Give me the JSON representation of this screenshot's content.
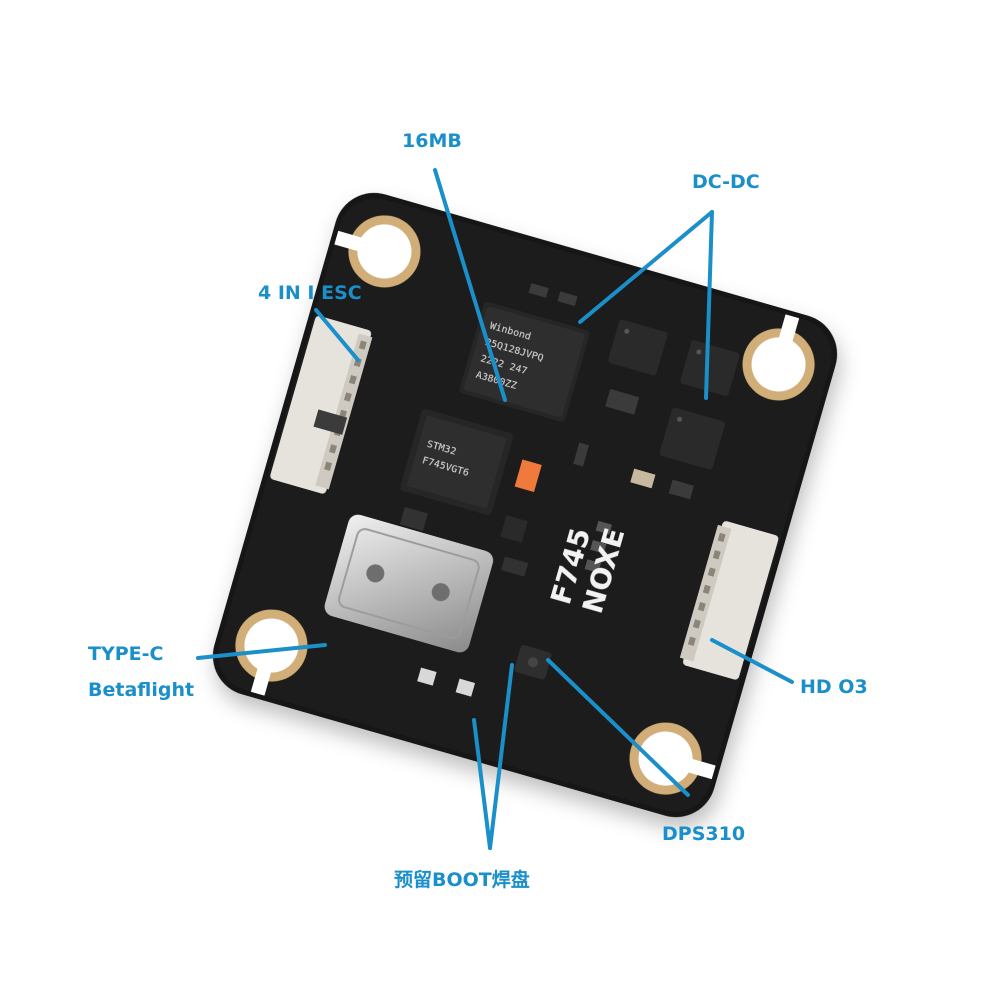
{
  "colors": {
    "callout": "#1a8fc9",
    "pcb": "#141414",
    "pad": "#d4b07a",
    "connector": "#e6e3dd"
  },
  "labels": {
    "flash": "16MB",
    "dcdc": "DC-DC",
    "esc": "4 IN I ESC",
    "typec_line1": "TYPE-C",
    "typec_line2": "Betaflight",
    "hd": "HD O3",
    "baro": "DPS310",
    "boot": "预留BOOT焊盘"
  },
  "board": {
    "silkscreen_line1": "F745",
    "silkscreen_line2": "NOXE",
    "flash_chip_lines": [
      "Winbond",
      "25Q128JVPQ",
      "2222 247",
      "A3800ZZ"
    ],
    "mcu_chip_lines": [
      "STM32",
      "F745VGT6"
    ]
  }
}
